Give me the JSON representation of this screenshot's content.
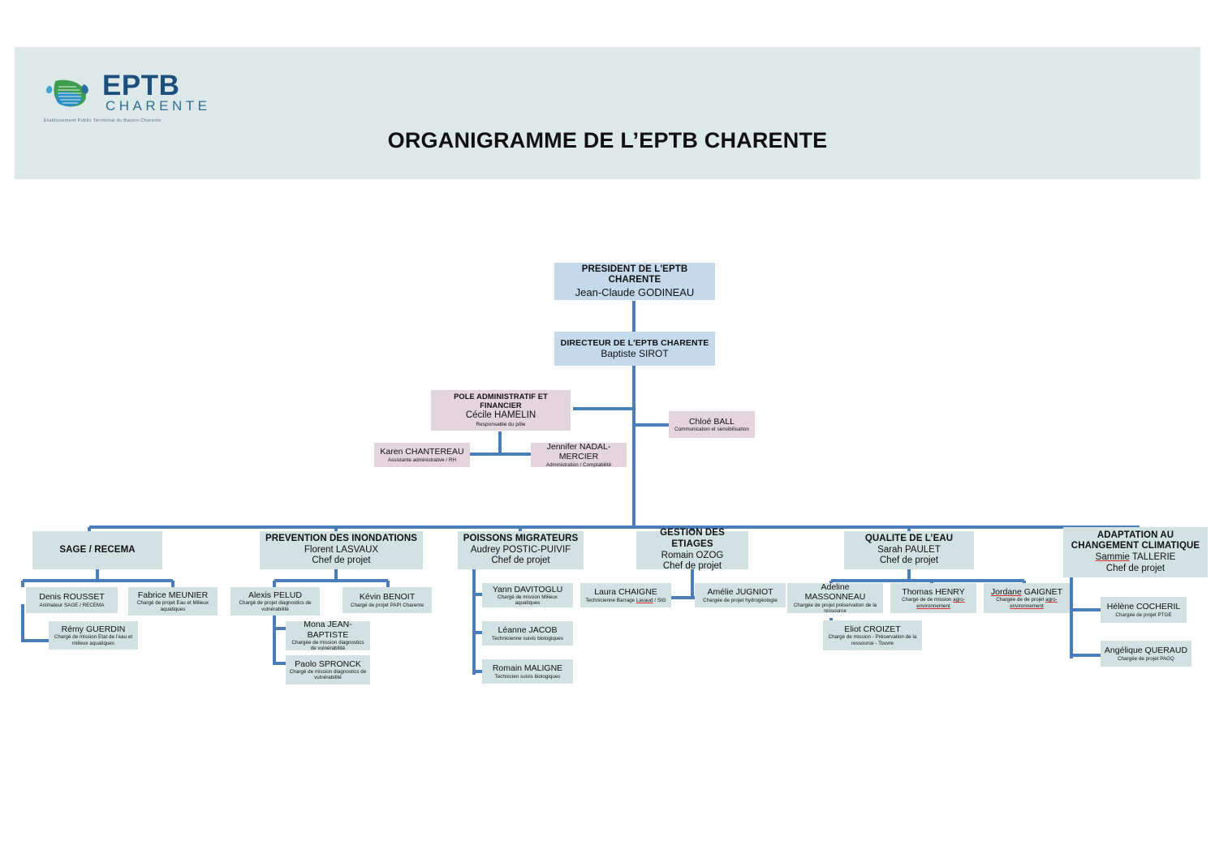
{
  "header": {
    "logo": {
      "icon": "eptb-basin-map-logo",
      "primary": "EPTB",
      "secondary": "CHARENTE",
      "tagline": "Etablissement Public Territorial du Bassin Charente"
    },
    "title": "ORGANIGRAMME DE L’EPTB CHARENTE"
  },
  "colors": {
    "banner_background": "#dde8e8",
    "executive_box": "#c5d9ec",
    "administrative_box": "#e3d4de",
    "department_box": "#d2e1e1",
    "connector_line": "#4a7ebb",
    "logo_blue": "#1c4f7c",
    "spellcheck_underline": "#d92b2b"
  },
  "chart_data": {
    "type": "org-chart",
    "title": "ORGANIGRAMME DE L’EPTB CHARENTE",
    "executive": [
      {
        "id": "president",
        "title": "PRESIDENT DE L'EPTB CHARENTE",
        "name": "Jean-Claude GODINEAU",
        "fill": "#c5d9ec"
      },
      {
        "id": "director",
        "title": "DIRECTEUR DE L'EPTB CHARENTE",
        "name": "Baptiste SIROT",
        "fill": "#c5d9ec"
      }
    ],
    "administrative": {
      "pole": {
        "title": "POLE ADMINISTRATIF ET FINANCIER",
        "name": "Cécile HAMELIN",
        "role": "Responsable du pôle",
        "fill": "#e3d4de"
      },
      "members": [
        {
          "name": "Karen CHANTEREAU",
          "role": "Assistante administrative / RH",
          "fill": "#e3d4de"
        },
        {
          "name": "Jennifer NADAL-MERCIER",
          "role": "Administration / Comptabilité",
          "fill": "#e3d4de"
        }
      ],
      "communication": {
        "name": "Chloé BALL",
        "role": "Communication et sensibilisation",
        "fill": "#e3d4de"
      }
    },
    "departments": [
      {
        "id": "sage-recema",
        "title": "SAGE / RECEMA",
        "lead_name": "",
        "lead_role": "",
        "members": [
          {
            "name": "Denis ROUSSET",
            "role": "Animateur SAGE / RECEMA"
          },
          {
            "name": "Fabrice MEUNIER",
            "role": "Chargé de projet Eau et Milieux aquatiques"
          },
          {
            "name": "Rémy GUERDIN",
            "role": "Chargé de mission Etat de l’eau et milieux aquatiques"
          }
        ]
      },
      {
        "id": "prevention-inondations",
        "title": "PREVENTION DES INONDATIONS",
        "lead_name": "Florent LASVAUX",
        "lead_role": "Chef de projet",
        "members": [
          {
            "name": "Alexis PELUD",
            "role": "Chargé de projet diagnostics de vulnérabilité"
          },
          {
            "name": "Kévin BENOIT",
            "role": "Chargé de projet PAPI Charente"
          },
          {
            "name": "Mona JEAN-BAPTISTE",
            "role": "Chargée de mission diagnostics de vulnérabilité"
          },
          {
            "name": "Paolo SPRONCK",
            "role": "Chargé de mission diagnostics de vulnérabilité"
          }
        ]
      },
      {
        "id": "poissons-migrateurs",
        "title": "POISSONS MIGRATEURS",
        "lead_name": "Audrey POSTIC-PUIVIF",
        "lead_role": "Chef de projet",
        "members": [
          {
            "name": "Yann DAVITOGLU",
            "role": "Chargé de mission Milieux aquatiques"
          },
          {
            "name": "Léanne JACOB",
            "role": "Technicienne suivis biologiques"
          },
          {
            "name": "Romain MALIGNE",
            "role": "Technicien suivis biologiques"
          }
        ]
      },
      {
        "id": "gestion-etiages",
        "title": "GESTION DES ETIAGES",
        "lead_name": "Romain OZOG",
        "lead_role": "Chef de projet",
        "members": [
          {
            "name": "Laura CHAIGNE",
            "role": "Technicienne Barrage Lavaud / SIG",
            "spell_error": "Lavaud"
          },
          {
            "name": "Amélie JUGNIOT",
            "role": "Chargée de projet hydrogéologie"
          }
        ]
      },
      {
        "id": "qualite-eau",
        "title": "QUALITE DE L’EAU",
        "lead_name": "Sarah PAULET",
        "lead_role": "Chef de projet",
        "members": [
          {
            "name": "Adeline MASSONNEAU",
            "role": "Chargée de projet préservation de la ressource"
          },
          {
            "name": "Thomas HENRY",
            "role": "Chargé de de mission agro-environnement",
            "spell_error": "agro-environnement"
          },
          {
            "name": "Jordane GAIGNET",
            "role": "Chargée de de projet agro-environnement",
            "spell_error": "Jordane"
          },
          {
            "name": "Eliot CROIZET",
            "role": "Chargé de mission - Préservation de la ressource - Touvre"
          }
        ]
      },
      {
        "id": "adaptation-climatique",
        "title": "ADAPTATION AU CHANGEMENT CLIMATIQUE",
        "lead_name": "Sammie TALLERIE",
        "lead_role": "Chef de projet",
        "lead_spell_error": "Sammie",
        "members": [
          {
            "name": "Hélène COCHERIL",
            "role": "Chargée de projet PTGE"
          },
          {
            "name": "Angélique QUERAUD",
            "role": "Chargée de projet PAGQ"
          }
        ]
      }
    ]
  }
}
